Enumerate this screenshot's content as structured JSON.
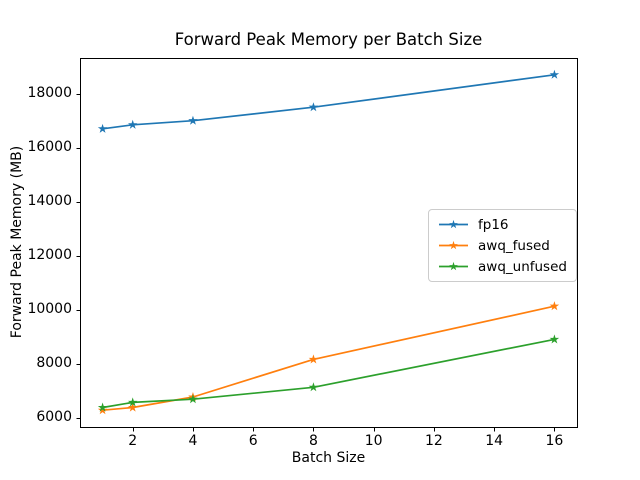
{
  "chart_data": {
    "type": "line",
    "title": "Forward Peak Memory per Batch Size",
    "xlabel": "Batch Size",
    "ylabel": "Forward Peak Memory (MB)",
    "x": [
      1,
      2,
      4,
      8,
      16
    ],
    "series": [
      {
        "name": "fp16",
        "color": "#1f77b4",
        "values": [
          16700,
          16850,
          17000,
          17500,
          18700
        ]
      },
      {
        "name": "awq_fused",
        "color": "#ff7f0e",
        "values": [
          6290,
          6390,
          6780,
          8170,
          10140
        ]
      },
      {
        "name": "awq_unfused",
        "color": "#2ca02c",
        "values": [
          6390,
          6580,
          6700,
          7140,
          8910
        ]
      }
    ],
    "xticks": [
      2,
      4,
      6,
      8,
      10,
      12,
      14,
      16
    ],
    "yticks": [
      6000,
      8000,
      10000,
      12000,
      14000,
      16000,
      18000
    ],
    "xlim": [
      0.25,
      16.75
    ],
    "ylim": [
      5670,
      19320
    ],
    "marker": "star",
    "grid": false,
    "legend": {
      "entries": [
        "fp16",
        "awq_fused",
        "awq_unfused"
      ],
      "position": "center right"
    }
  },
  "colors": {
    "background": "#ffffff",
    "spine": "#000000",
    "tick": "#000000",
    "text": "#000000",
    "legend_border": "#cccccc"
  }
}
